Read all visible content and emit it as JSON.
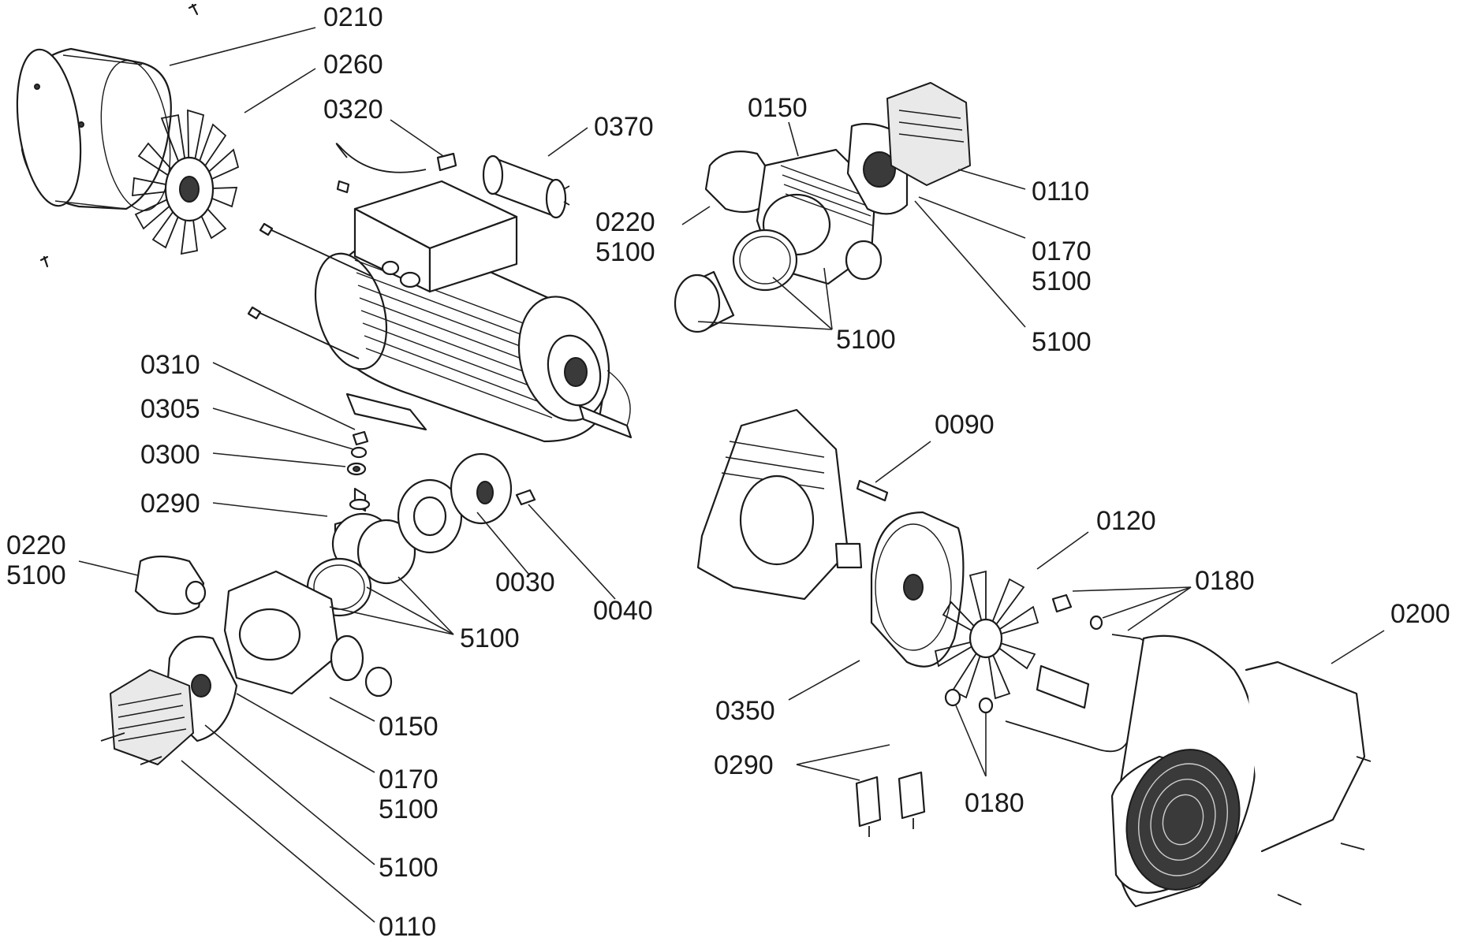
{
  "diagram": {
    "callouts": [
      {
        "id": "c01",
        "lines": [
          "0210"
        ]
      },
      {
        "id": "c02",
        "lines": [
          "0260"
        ]
      },
      {
        "id": "c03",
        "lines": [
          "0320"
        ]
      },
      {
        "id": "c04",
        "lines": [
          "0370"
        ]
      },
      {
        "id": "c05",
        "lines": [
          "0150"
        ]
      },
      {
        "id": "c06",
        "lines": [
          "0220",
          "5100"
        ]
      },
      {
        "id": "c07",
        "lines": [
          "0110"
        ]
      },
      {
        "id": "c08",
        "lines": [
          "0170",
          "5100"
        ]
      },
      {
        "id": "c09",
        "lines": [
          "5100"
        ]
      },
      {
        "id": "c10",
        "lines": [
          "5100"
        ]
      },
      {
        "id": "c11",
        "lines": [
          "0310"
        ]
      },
      {
        "id": "c12",
        "lines": [
          "0305"
        ]
      },
      {
        "id": "c13",
        "lines": [
          "0300"
        ]
      },
      {
        "id": "c14",
        "lines": [
          "0290"
        ]
      },
      {
        "id": "c15",
        "lines": [
          "0220",
          "5100"
        ]
      },
      {
        "id": "c16",
        "lines": [
          "0030"
        ]
      },
      {
        "id": "c17",
        "lines": [
          "0040"
        ]
      },
      {
        "id": "c18",
        "lines": [
          "5100"
        ]
      },
      {
        "id": "c19",
        "lines": [
          "0150"
        ]
      },
      {
        "id": "c20",
        "lines": [
          "0170",
          "5100"
        ]
      },
      {
        "id": "c21",
        "lines": [
          "5100"
        ]
      },
      {
        "id": "c22",
        "lines": [
          "0110"
        ]
      },
      {
        "id": "c23",
        "lines": [
          "0090"
        ]
      },
      {
        "id": "c24",
        "lines": [
          "0120"
        ]
      },
      {
        "id": "c25",
        "lines": [
          "0180"
        ]
      },
      {
        "id": "c26",
        "lines": [
          "0200"
        ]
      },
      {
        "id": "c27",
        "lines": [
          "0350"
        ]
      },
      {
        "id": "c28",
        "lines": [
          "0290"
        ]
      },
      {
        "id": "c29",
        "lines": [
          "0180"
        ]
      }
    ]
  }
}
